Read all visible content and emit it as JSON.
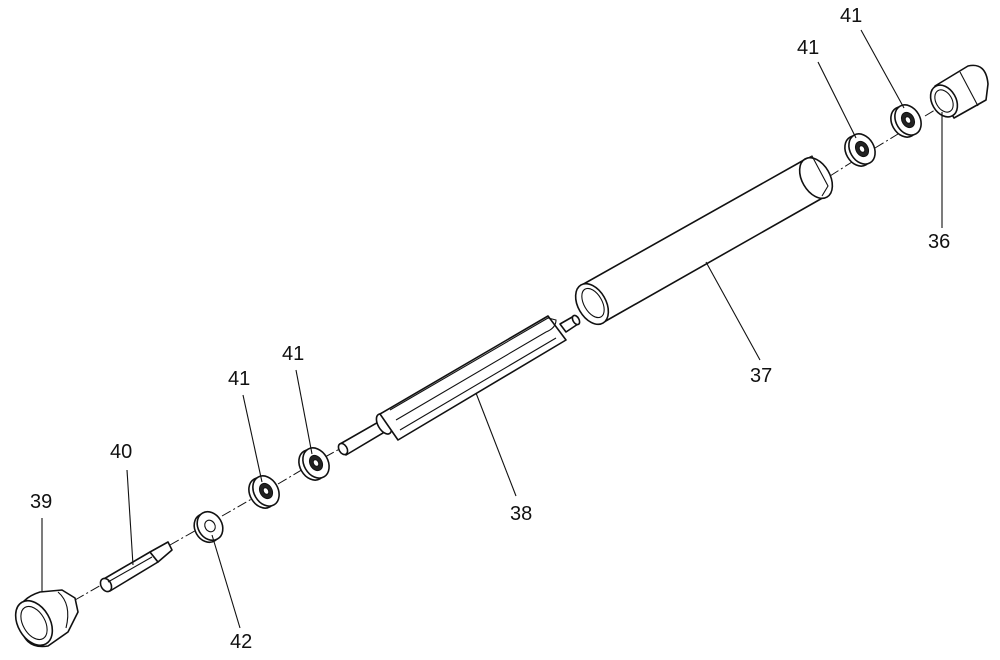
{
  "diagram": {
    "labels": {
      "part_36": "36",
      "part_37": "37",
      "part_38": "38",
      "part_39": "39",
      "part_40": "40",
      "part_41_top_a": "41",
      "part_41_top_b": "41",
      "part_41_mid_a": "41",
      "part_41_mid_b": "41",
      "part_42": "42"
    }
  }
}
